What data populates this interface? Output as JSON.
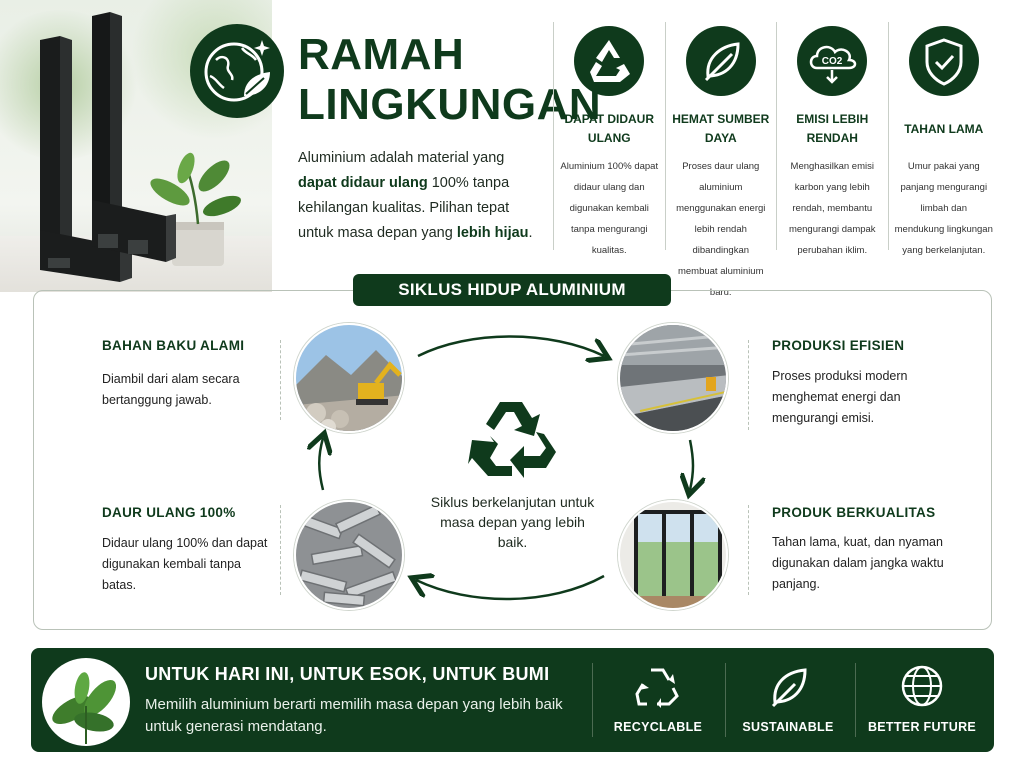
{
  "header": {
    "title_line1": "RAMAH",
    "title_line2": "LINGKUNGAN",
    "intro_1": "Aluminium adalah material yang ",
    "intro_b1": "dapat didaur ulang",
    "intro_2": " 100% tanpa kehilangan kualitas. Pilihan tepat untuk masa depan yang ",
    "intro_b2": "lebih hijau",
    "intro_3": "."
  },
  "features": [
    {
      "icon": "recycle-icon",
      "title": "DAPAT DIDAUR ULANG",
      "desc": "Aluminium 100% dapat didaur ulang dan digunakan kembali tanpa mengurangi kualitas."
    },
    {
      "icon": "leaf-icon",
      "title": "HEMAT SUMBER DAYA",
      "desc": "Proses daur ulang aluminium menggunakan energi lebih rendah dibandingkan membuat aluminium baru."
    },
    {
      "icon": "co2-cloud-icon",
      "title": "EMISI LEBIH RENDAH",
      "desc": "Menghasilkan emisi karbon yang lebih rendah, membantu mengurangi dampak perubahan iklim."
    },
    {
      "icon": "shield-check-icon",
      "title": "TAHAN LAMA",
      "desc": "Umur pakai yang panjang mengurangi limbah dan mendukung lingkungan yang berkelanjutan."
    }
  ],
  "cycle": {
    "label": "SIKLUS HIDUP ALUMINIUM",
    "center": "Siklus berkelanjutan untuk masa depan yang lebih baik.",
    "stages": {
      "raw": {
        "title": "BAHAN BAKU ALAMI",
        "desc": "Diambil dari alam secara bertanggung jawab."
      },
      "production": {
        "title": "PRODUKSI EFISIEN",
        "desc": "Proses produksi modern menghemat energi dan mengurangi emisi."
      },
      "product": {
        "title": "PRODUK BERKUALITAS",
        "desc": "Tahan lama, kuat, dan nyaman digunakan dalam jangka waktu panjang."
      },
      "recycle": {
        "title": "DAUR ULANG 100%",
        "desc": "Didaur ulang 100% dan dapat digunakan kembali tanpa batas."
      }
    }
  },
  "footer": {
    "title": "UNTUK HARI INI, UNTUK ESOK, UNTUK BUMI",
    "desc": "Memilih aluminium berarti memilih masa depan yang lebih baik untuk generasi mendatang.",
    "items": [
      {
        "icon": "recycle-icon",
        "label": "RECYCLABLE"
      },
      {
        "icon": "leaf-icon",
        "label": "SUSTAINABLE"
      },
      {
        "icon": "globe-icon",
        "label": "BETTER FUTURE"
      }
    ]
  },
  "colors": {
    "primary": "#0f3a1c",
    "background": "#ffffff",
    "border": "#b9c2b8"
  }
}
